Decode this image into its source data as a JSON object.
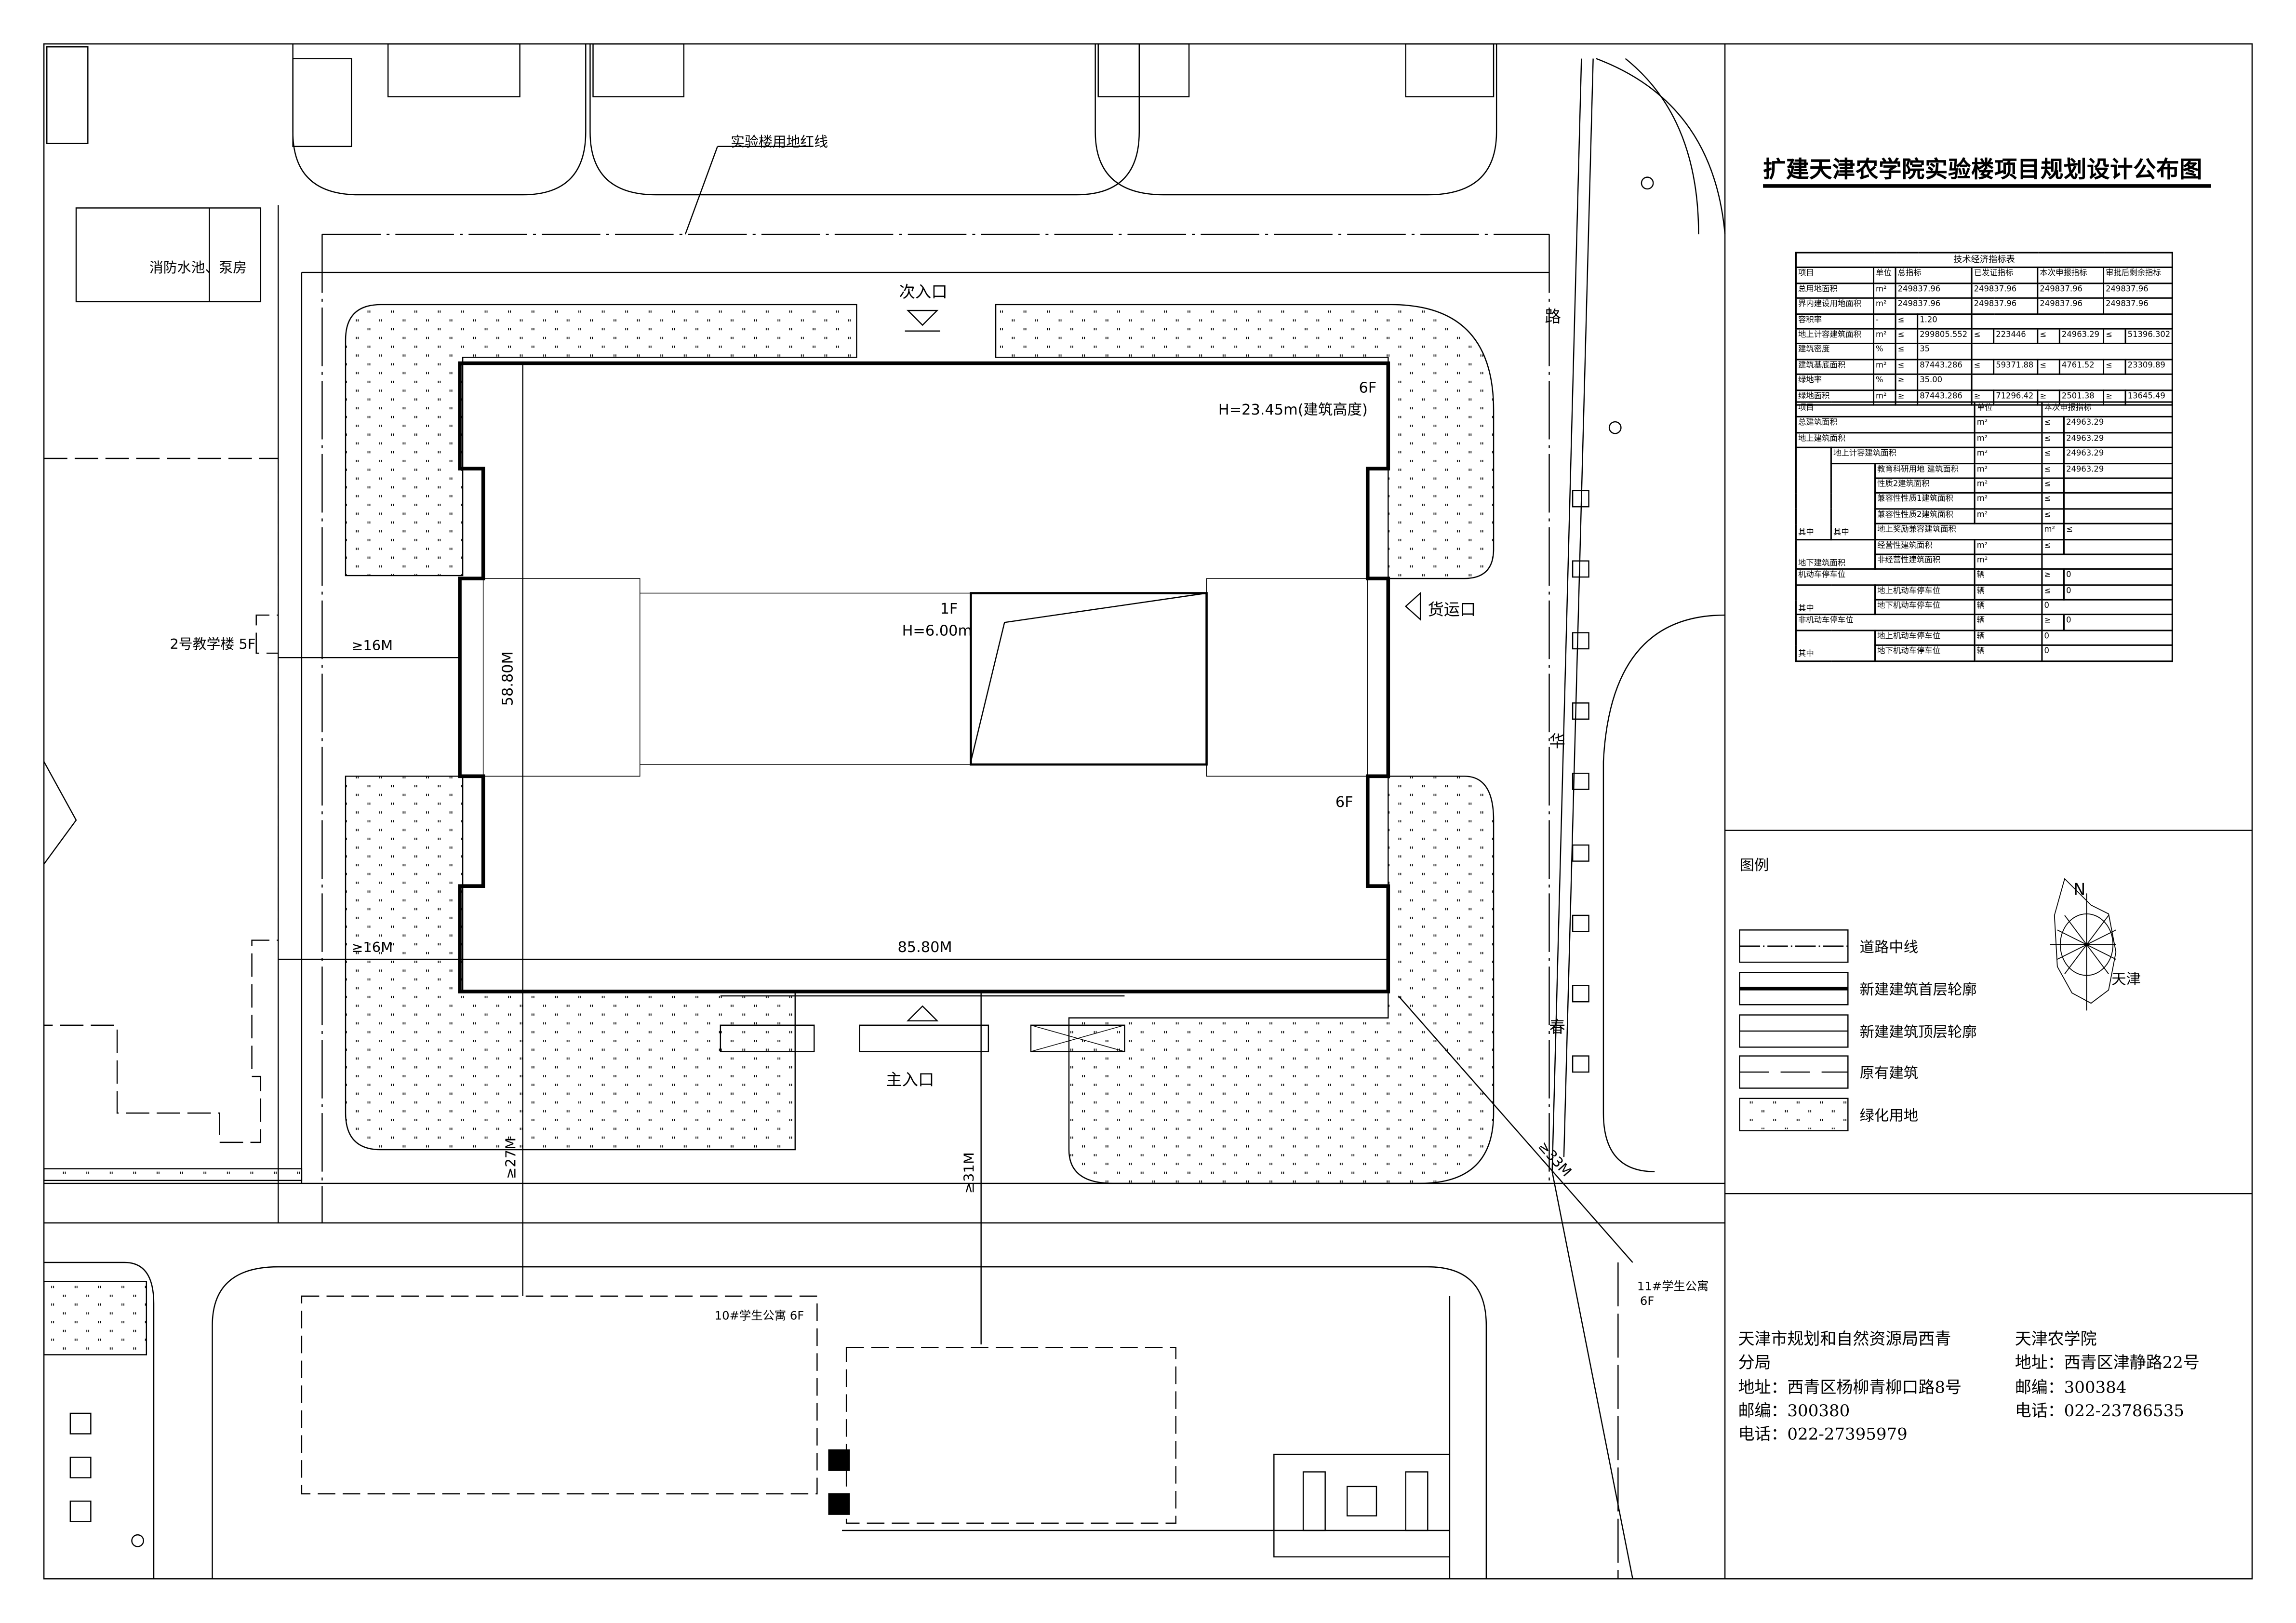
{
  "title": "扩建天津农学院实验楼项目规划设计公布图",
  "site_labels": {
    "red_line": "实验楼用地红线",
    "fire_pool": "消防水池、泵房",
    "teaching_building": "2号教学楼 5F",
    "secondary_entrance": "次入口",
    "freight_entrance": "货运口",
    "main_entrance": "主入口",
    "setback_top": "≥16M",
    "setback_bottom": "≥16M",
    "depth": "58.80M",
    "width": "85.80M",
    "floors_main": "6F",
    "height_main": "H=23.45m(建筑高度)",
    "floors_podium": "1F",
    "height_podium": "H=6.00m",
    "floors_main_2": "6F",
    "dist_27": "≥27M",
    "dist_31": "≥31M",
    "dist_33": "≥33M",
    "dorm_10": "10#学生公寓 6F",
    "dorm_11": "11#学生公寓",
    "dorm_11_floors": "6F",
    "road_char_1": "路",
    "road_char_2": "华",
    "road_char_3": "春"
  },
  "indicator_table": {
    "title": "技术经济指标表",
    "top_rows": [
      [
        "项目",
        "单位",
        "总指标",
        "已发证指标",
        "本次申报指标",
        "审批后剩余指标"
      ],
      [
        "总用地面积",
        "m²",
        "249837.96",
        "249837.96",
        "249837.96",
        "249837.96"
      ],
      [
        "界内建设用地面积",
        "m²",
        "249837.96",
        "249837.96",
        "249837.96",
        "249837.96"
      ],
      [
        "容积率",
        "-",
        "≤",
        "1.20",
        ""
      ],
      [
        "地上计容建筑面积",
        "m²",
        "≤",
        "299805.552",
        "≤",
        "223446",
        "≤",
        "24963.29",
        "≤",
        "51396.302"
      ],
      [
        "建筑密度",
        "%",
        "≤",
        "35",
        ""
      ],
      [
        "建筑基底面积",
        "m²",
        "≤",
        "87443.286",
        "≤",
        "59371.88",
        "≤",
        "4761.52",
        "≤",
        "23309.89"
      ],
      [
        "绿地率",
        "%",
        "≥",
        "35.00",
        ""
      ],
      [
        "绿地面积",
        "m²",
        "≥",
        "87443.286",
        "≥",
        "71296.42",
        "≥",
        "2501.38",
        "≥",
        "13645.49"
      ]
    ],
    "bottom_rows": [
      [
        "项目",
        "单位",
        "本次申报指标"
      ],
      [
        "总建筑面积",
        "m²",
        "≤",
        "24963.29"
      ],
      [
        "地上建筑面积",
        "m²",
        "≤",
        "24963.29"
      ],
      [
        "其中",
        "地上计容建筑面积",
        "m²",
        "≤",
        "24963.29"
      ],
      [
        "其中",
        "教育科研用地 建筑面积",
        "m²",
        "≤",
        "24963.29"
      ],
      [
        "性质2建筑面积",
        "m²",
        "≤",
        ""
      ],
      [
        "兼容性性质1建筑面积",
        "m²",
        "≤",
        ""
      ],
      [
        "兼容性性质2建筑面积",
        "m²",
        "≤",
        ""
      ],
      [
        "地上奖励兼容建筑面积",
        "m²",
        "≤",
        ""
      ],
      [
        "地下建筑面积",
        "经营性建筑面积",
        "m²",
        "≤",
        ""
      ],
      [
        "非经营性建筑面积",
        "m²",
        ""
      ],
      [
        "机动车停车位",
        "辆",
        "≥",
        "0"
      ],
      [
        "其中",
        "地上机动车停车位",
        "辆",
        "≤",
        "0"
      ],
      [
        "地下机动车停车位",
        "辆",
        "0"
      ],
      [
        "非机动车停车位",
        "辆",
        "≥",
        "0"
      ],
      [
        "其中",
        "地上机动车停车位",
        "辆",
        "0"
      ],
      [
        "地下机动车停车位",
        "辆",
        "0"
      ]
    ]
  },
  "legend": {
    "title": "图例",
    "items": [
      "道路中线",
      "新建建筑首层轮廓",
      "新建建筑顶层轮廓",
      "原有建筑",
      "绿化用地"
    ]
  },
  "compass": {
    "north": "N",
    "city": "天津"
  },
  "contacts": {
    "authority": {
      "name_line1": "天津市规划和自然资源局西青",
      "name_line2": "分局",
      "address": "地址：西青区杨柳青柳口路8号",
      "postcode": "邮编：300380",
      "phone": "电话：022-27395979"
    },
    "applicant": {
      "name": "天津农学院",
      "address": "地址：西青区津静路22号",
      "postcode": "邮编：300384",
      "phone": "电话：022-23786535"
    }
  }
}
